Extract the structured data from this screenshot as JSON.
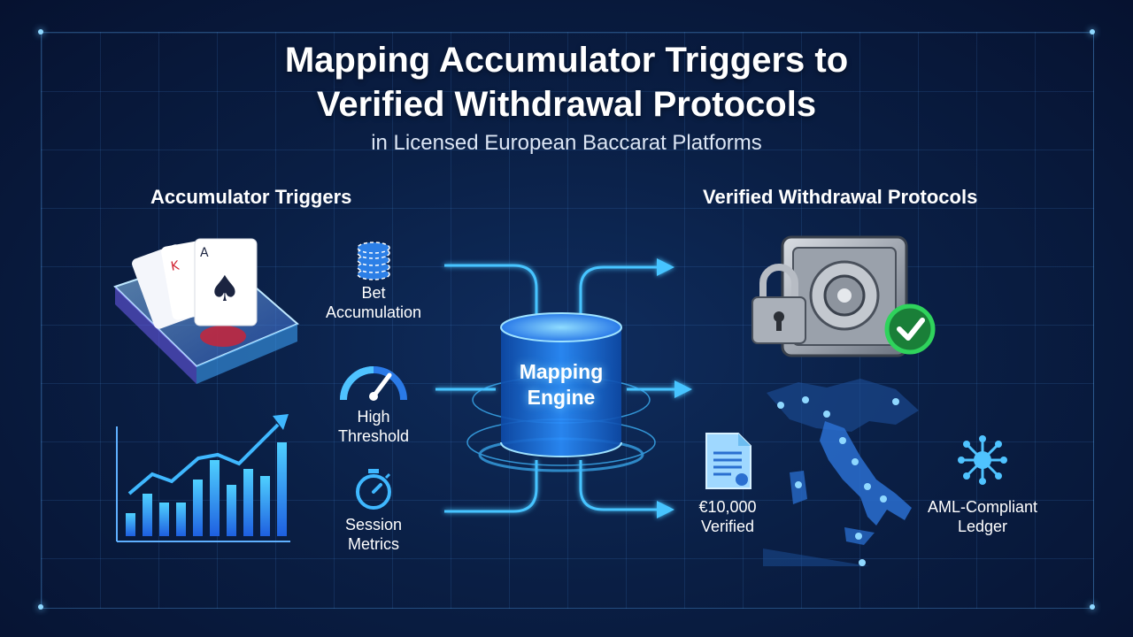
{
  "header": {
    "title_line1": "Mapping Accumulator Triggers to",
    "title_line2": "Verified Withdrawal Protocols",
    "subtitle": "in Licensed European Baccarat Platforms"
  },
  "left_section": {
    "heading": "Accumulator Triggers",
    "triggers": [
      {
        "label_line1": "Bet",
        "label_line2": "Accumulation",
        "icon": "chip-stack-icon"
      },
      {
        "label_line1": "High",
        "label_line2": "Threshold",
        "icon": "gauge-icon"
      },
      {
        "label_line1": "Session",
        "label_line2": "Metrics",
        "icon": "stopwatch-icon"
      }
    ]
  },
  "engine": {
    "label_line1": "Mapping",
    "label_line2": "Engine"
  },
  "right_section": {
    "heading": "Verified Withdrawal Protocols",
    "outputs": [
      {
        "label_line1": "€10,000",
        "label_line2": "Verified",
        "icon": "document-icon"
      },
      {
        "label_line1": "AML-Compliant",
        "label_line2": "Ledger",
        "icon": "network-node-icon"
      }
    ]
  },
  "colors": {
    "background": "#0a1f45",
    "accent_cyan": "#4fc3ff",
    "accent_blue": "#1e6fe0",
    "check_green": "#2fd35c"
  }
}
